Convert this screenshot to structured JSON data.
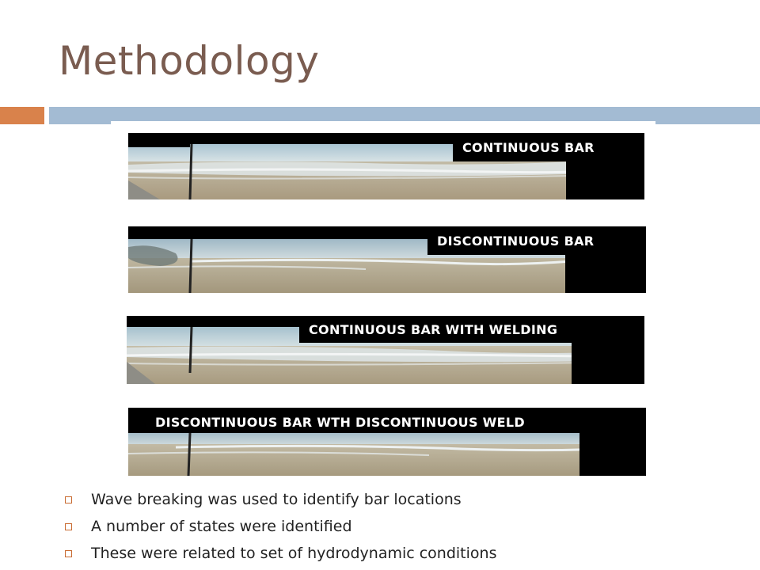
{
  "slide": {
    "title": "Methodology"
  },
  "panels": [
    {
      "label": "CONTINUOUS BAR"
    },
    {
      "label": "DISCONTINUOUS BAR"
    },
    {
      "label": "CONTINUOUS BAR WITH WELDING"
    },
    {
      "label": "DISCONTINUOUS BAR WTH DISCONTINUOUS WELD"
    }
  ],
  "bullets": [
    "Wave breaking was used to identify bar locations",
    "A number of states were identified",
    "These were related to set of hydrodynamic conditions"
  ]
}
